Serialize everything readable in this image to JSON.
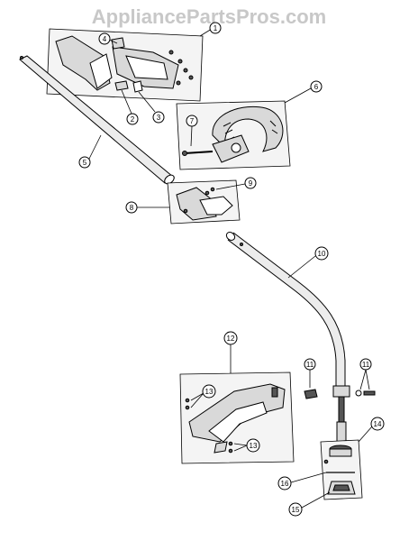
{
  "watermark": "AppliancePartsPros.com",
  "callouts": {
    "c1": "1",
    "c2": "2",
    "c3": "3",
    "c4": "4",
    "c5": "5",
    "c6": "6",
    "c7": "7",
    "c8": "8",
    "c9": "9",
    "c10": "10",
    "c11a": "11",
    "c11b": "11",
    "c12": "12",
    "c13a": "13",
    "c13b": "13",
    "c14": "14",
    "c15": "15",
    "c16": "16"
  },
  "colors": {
    "line": "#000000",
    "panel": "#f4f4f4",
    "part": "#d9d9d9",
    "watermark": "#c8c8c8"
  }
}
